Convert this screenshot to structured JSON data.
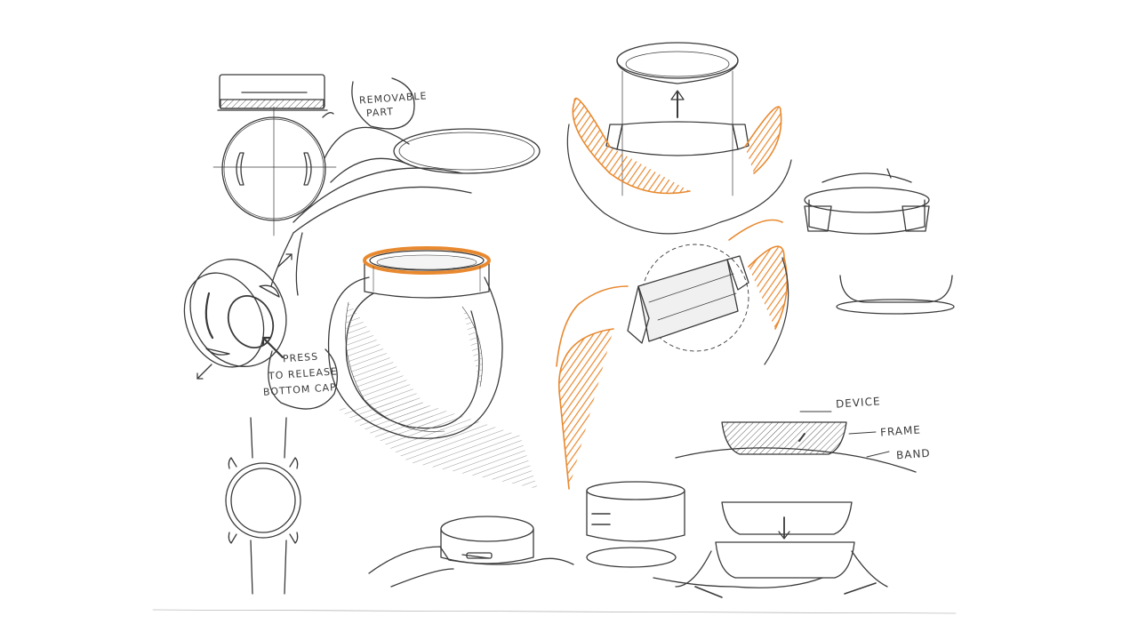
{
  "sketch": {
    "accent_color": "#e8892f",
    "ink_color": "#3a3a3a",
    "labels": {
      "removable_part": [
        "REMOVABLE",
        "PART"
      ],
      "press_to_release": [
        "PRESS",
        "TO RELEASE",
        "BOTTOM CAP"
      ],
      "device": "DEVICE",
      "frame": "FRAME",
      "band": "BAND"
    }
  }
}
